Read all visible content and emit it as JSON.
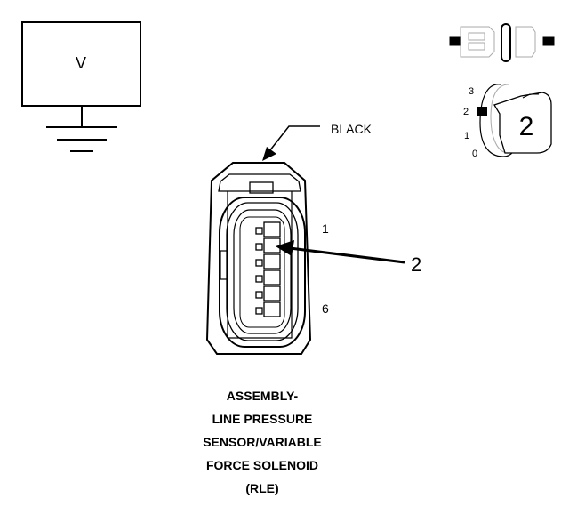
{
  "meter": {
    "symbol": "V"
  },
  "connector": {
    "color_label": "BLACK",
    "pin_top": "1",
    "pin_bottom": "6",
    "callout": "2"
  },
  "key": {
    "positions": [
      "3",
      "2",
      "1",
      "0"
    ],
    "selected": "2"
  },
  "caption": {
    "lines": [
      "ASSEMBLY-",
      "LINE PRESSURE",
      "SENSOR/VARIABLE",
      "FORCE SOLENOID",
      "(RLE)"
    ]
  }
}
